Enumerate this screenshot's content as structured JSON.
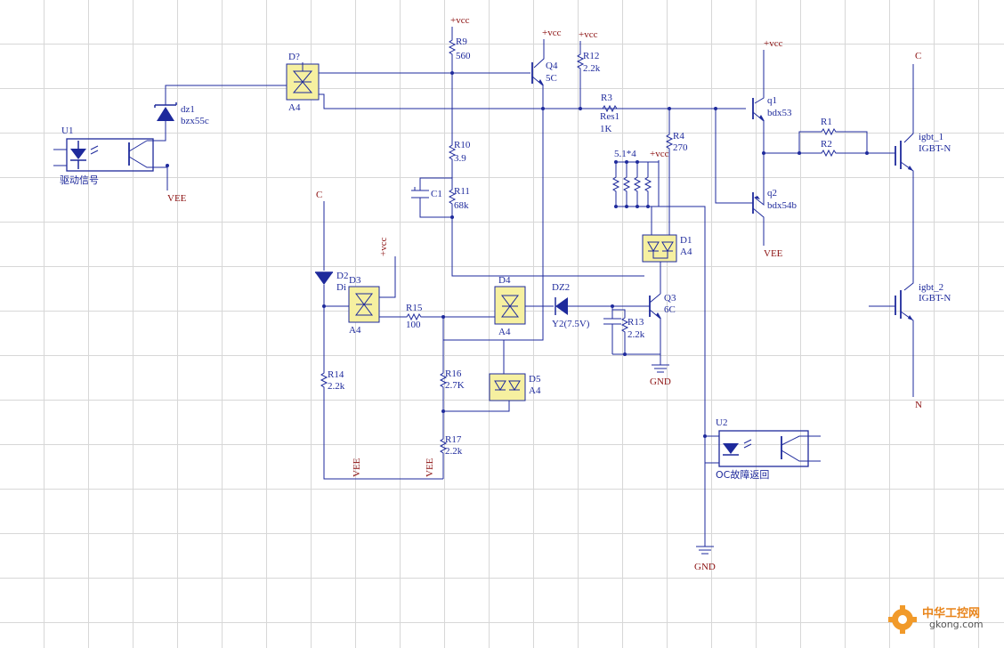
{
  "labels": {
    "u1": "U1",
    "u1_desc": "驱动信号",
    "vee_top": "VEE",
    "dz1": "dz1",
    "dz1_val": "bzx55c",
    "d7": "D?",
    "d7_val": "A4",
    "vcc_r9": "+vcc",
    "r9": "R9",
    "r9_val": "560",
    "vcc_q4": "+vcc",
    "q4": "Q4",
    "q4_val": "5C",
    "vcc_r12": "+vcc",
    "r12": "R12",
    "r12_val": "2.2k",
    "r3": "R3",
    "r3_name": "Res1",
    "r3_val": "1K",
    "vcc_q1": "+vcc",
    "q1": "q1",
    "q1_val": "bdx53",
    "q2": "q2",
    "q2_val": "bdx54b",
    "vee_q2": "VEE",
    "r1": "R1",
    "r2": "R2",
    "c_top": "C",
    "igbt1": "igbt_1",
    "igbt1_val": "IGBT-N",
    "igbt2": "igbt_2",
    "igbt2_val": "IGBT-N",
    "n_bottom": "N",
    "r10": "R10",
    "r10_val": "3.9",
    "c1": "C1",
    "r11": "R11",
    "r11_val": "68k",
    "r4": "R4",
    "r4_val": "270",
    "res_array": "5.1*4",
    "vcc_array": "+vcc",
    "d1": "D1",
    "d1_val": "A4",
    "c_left": "C",
    "d2": "D2",
    "d2_sub": "Di",
    "d3": "D3",
    "d3_val": "A4",
    "vcc_d3": "+vcc",
    "r15": "R15",
    "r15_val": "100",
    "d4": "D4",
    "d4_val": "A4",
    "dz2": "DZ2",
    "dz2_val": "Y2(7.5V)",
    "q3": "Q3",
    "q3_val": "6C",
    "r13": "R13",
    "r13_val": "2.2k",
    "gnd_q3": "GND",
    "r14": "R14",
    "r14_val": "2.2k",
    "r16": "R16",
    "r16_val": "2.7K",
    "d5": "D5",
    "d5_val": "A4",
    "r17": "R17",
    "r17_val": "2.2k",
    "vee_b1": "VEE",
    "vee_b2": "VEE",
    "u2": "U2",
    "u2_desc": "OC故障返回",
    "gnd_bottom": "GND"
  },
  "watermark": {
    "name": "中华工控网",
    "url": "gkong.com"
  },
  "colors": {
    "wire": "#1e2a9c",
    "power": "#8b1010",
    "opto_fill": "#f6f0a0",
    "grid": "#d7d7d7"
  }
}
